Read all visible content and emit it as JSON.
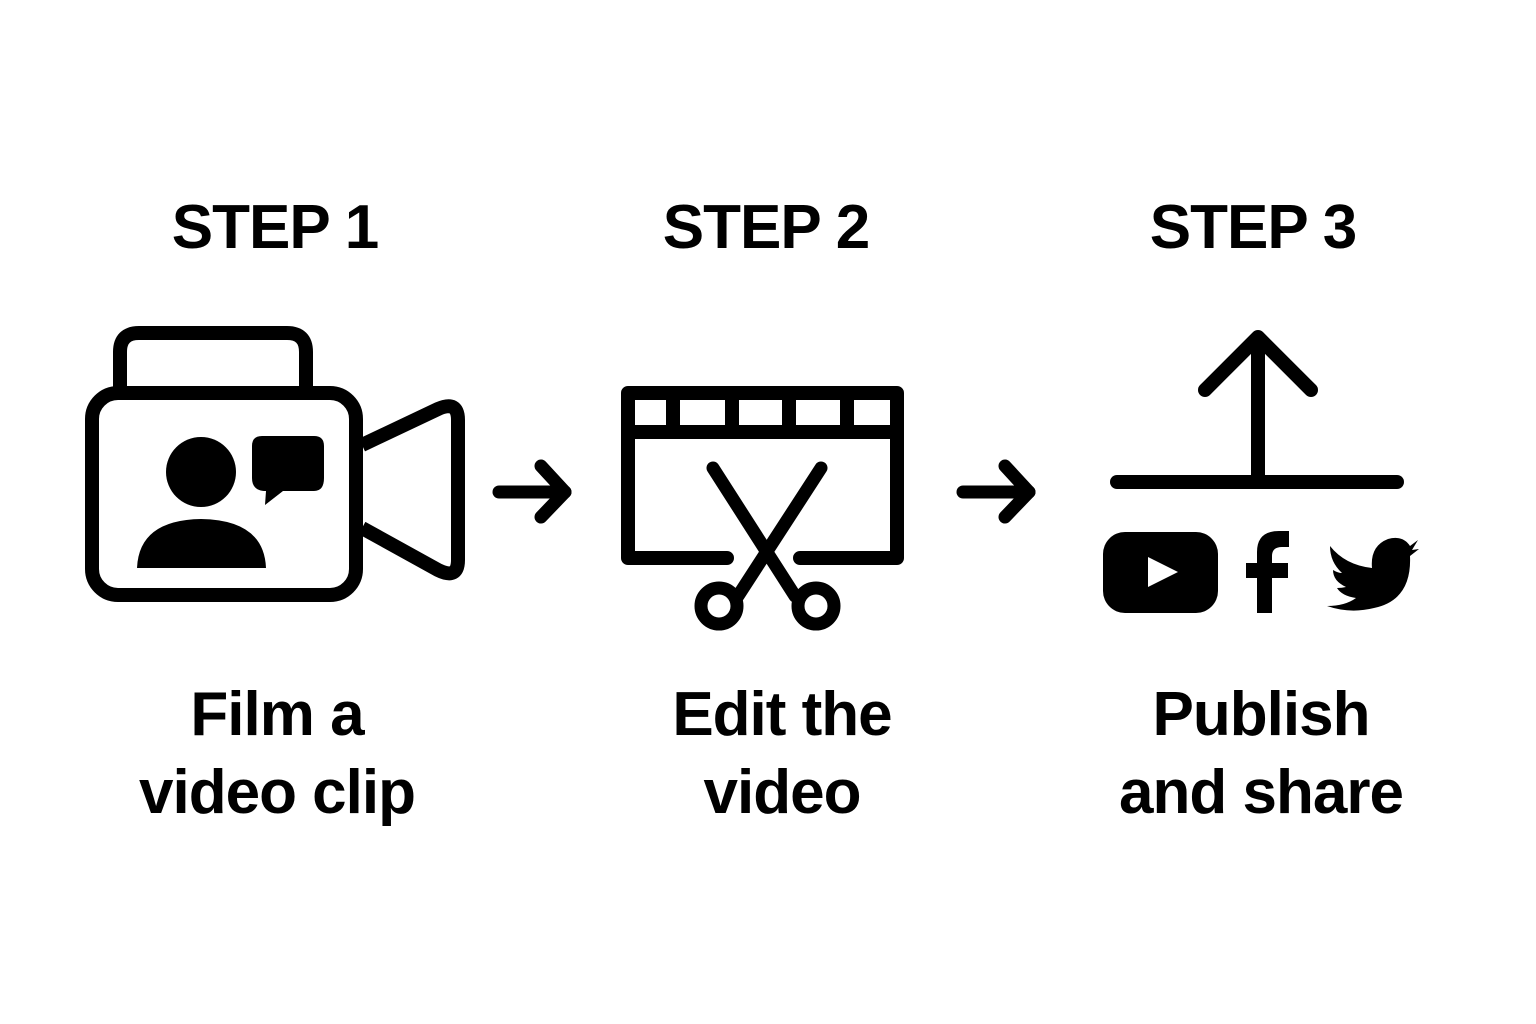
{
  "colors": {
    "ink": "#000000",
    "background": "#ffffff"
  },
  "steps": [
    {
      "title": "STEP 1",
      "caption_line1": "Film a",
      "caption_line2": "video clip",
      "icon": "video-camera-icon"
    },
    {
      "title": "STEP 2",
      "caption_line1": "Edit the",
      "caption_line2": "video",
      "icon": "film-scissors-icon"
    },
    {
      "title": "STEP 3",
      "caption_line1": "Publish",
      "caption_line2": "and share",
      "icon": "upload-icon",
      "social_icons": [
        "youtube-icon",
        "facebook-icon",
        "twitter-icon"
      ]
    }
  ],
  "connectors": [
    "arrow-right-icon",
    "arrow-right-icon"
  ]
}
